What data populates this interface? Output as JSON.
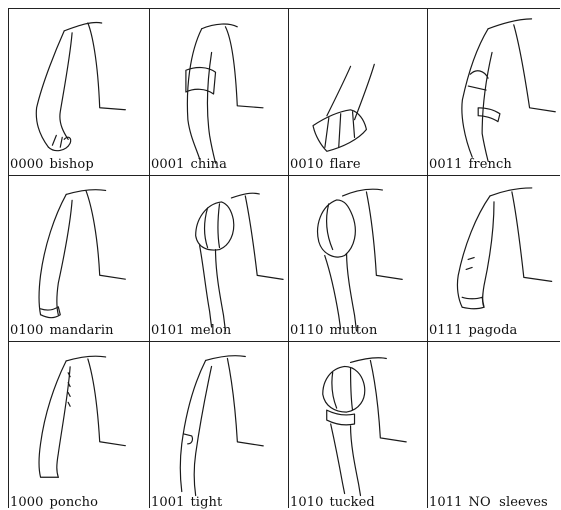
{
  "sleeves": [
    {
      "code": "0000",
      "name": "bishop",
      "icon": "bishop-sleeve-icon"
    },
    {
      "code": "0001",
      "name": "china",
      "icon": "china-sleeve-icon"
    },
    {
      "code": "0010",
      "name": "flare",
      "icon": "flare-sleeve-icon"
    },
    {
      "code": "0011",
      "name": "french",
      "icon": "french-sleeve-icon"
    },
    {
      "code": "0100",
      "name": "mandarin",
      "icon": "mandarin-sleeve-icon"
    },
    {
      "code": "0101",
      "name": "melon",
      "icon": "melon-sleeve-icon"
    },
    {
      "code": "0110",
      "name": "mutton",
      "icon": "mutton-sleeve-icon"
    },
    {
      "code": "0111",
      "name": "pagoda",
      "icon": "pagoda-sleeve-icon"
    },
    {
      "code": "1000",
      "name": "poncho",
      "icon": "poncho-sleeve-icon"
    },
    {
      "code": "1001",
      "name": "tight",
      "icon": "tight-sleeve-icon"
    },
    {
      "code": "1010",
      "name": "tucked",
      "icon": "tucked-sleeve-icon"
    },
    {
      "code": "1011",
      "name": "NO  sleeves",
      "icon": "none"
    }
  ],
  "colors": {
    "line": "#1a1a1a",
    "background": "#ffffff"
  }
}
